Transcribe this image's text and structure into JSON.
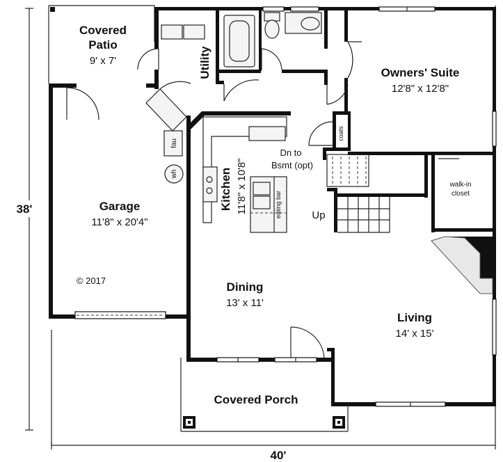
{
  "rooms": {
    "covered_patio": {
      "name_line1": "Covered",
      "name_line2": "Patio",
      "size": "9' x 7'"
    },
    "utility": {
      "name": "Utility"
    },
    "owners_suite": {
      "name": "Owners' Suite",
      "size": "12'8\" x 12'8\""
    },
    "garage": {
      "name": "Garage",
      "size": "11'8\" x 20'4\""
    },
    "kitchen": {
      "name": "Kitchen",
      "size": "11'8\" x 10'8\""
    },
    "dining": {
      "name": "Dining",
      "size": "13' x 11'"
    },
    "living": {
      "name": "Living",
      "size": "14' x 15'"
    },
    "covered_porch": {
      "name": "Covered Porch"
    }
  },
  "labels": {
    "coats": "coats",
    "walk_in_line1": "walk-in",
    "walk_in_line2": "closet",
    "dn_line1": "Dn to",
    "dn_line2": "Bsmt (opt)",
    "up": "Up",
    "fau": "fau",
    "wh": "wh",
    "eating_bar": "eating bar",
    "copyright": "© 2017"
  },
  "dimensions": {
    "height": "38'",
    "width": "40'"
  }
}
